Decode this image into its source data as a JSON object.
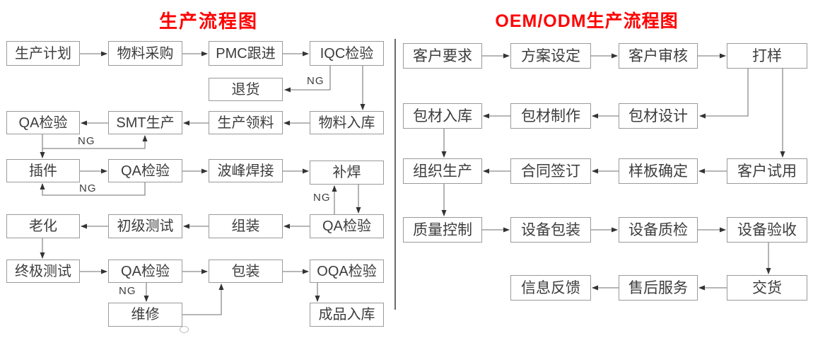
{
  "colors": {
    "title": "#ff0000",
    "box_border": "#9a9a9a",
    "box_text": "#3d3d3d",
    "line": "#8c8c8c",
    "arrowhead": "#333333",
    "divider": "#6a6a6a"
  },
  "charts": [
    {
      "id": "production",
      "title": "生产流程图",
      "nodes": [
        {
          "id": "L1",
          "label": "生产计划"
        },
        {
          "id": "L2",
          "label": "物料采购"
        },
        {
          "id": "L3",
          "label": "PMC跟进"
        },
        {
          "id": "L4",
          "label": "IQC检验"
        },
        {
          "id": "L5",
          "label": "退货"
        },
        {
          "id": "L6",
          "label": "QA检验"
        },
        {
          "id": "L7",
          "label": "SMT生产"
        },
        {
          "id": "L8",
          "label": "生产领料"
        },
        {
          "id": "L9",
          "label": "物料入库"
        },
        {
          "id": "L10",
          "label": "插件"
        },
        {
          "id": "L11",
          "label": "QA检验"
        },
        {
          "id": "L12",
          "label": "波峰焊接"
        },
        {
          "id": "L13",
          "label": "补焊"
        },
        {
          "id": "L14",
          "label": "老化"
        },
        {
          "id": "L15",
          "label": "初级测试"
        },
        {
          "id": "L16",
          "label": "组装"
        },
        {
          "id": "L17",
          "label": "QA检验"
        },
        {
          "id": "L18",
          "label": "终极测试"
        },
        {
          "id": "L19",
          "label": "QA检验"
        },
        {
          "id": "L20",
          "label": "包装"
        },
        {
          "id": "L21",
          "label": "OQA检验"
        },
        {
          "id": "L22",
          "label": "维修"
        },
        {
          "id": "L23",
          "label": "成品入库"
        }
      ],
      "edges": [
        {
          "from": "L1",
          "to": "L2"
        },
        {
          "from": "L2",
          "to": "L3"
        },
        {
          "from": "L3",
          "to": "L4"
        },
        {
          "from": "L4",
          "to": "L5",
          "label": "NG"
        },
        {
          "from": "L4",
          "to": "L9"
        },
        {
          "from": "L9",
          "to": "L8"
        },
        {
          "from": "L8",
          "to": "L7"
        },
        {
          "from": "L7",
          "to": "L6"
        },
        {
          "from": "L6",
          "to": "L10"
        },
        {
          "from": "L6",
          "to": "L7",
          "label": "NG"
        },
        {
          "from": "L10",
          "to": "L11"
        },
        {
          "from": "L11",
          "to": "L12"
        },
        {
          "from": "L12",
          "to": "L13"
        },
        {
          "from": "L11",
          "to": "L10",
          "label": "NG"
        },
        {
          "from": "L13",
          "to": "L17"
        },
        {
          "from": "L17",
          "to": "L13",
          "label": "NG"
        },
        {
          "from": "L17",
          "to": "L16"
        },
        {
          "from": "L16",
          "to": "L15"
        },
        {
          "from": "L15",
          "to": "L14"
        },
        {
          "from": "L14",
          "to": "L18"
        },
        {
          "from": "L18",
          "to": "L19"
        },
        {
          "from": "L19",
          "to": "L20"
        },
        {
          "from": "L20",
          "to": "L21"
        },
        {
          "from": "L19",
          "to": "L22",
          "label": "NG"
        },
        {
          "from": "L22",
          "to": "L20"
        },
        {
          "from": "L21",
          "to": "L23"
        }
      ]
    },
    {
      "id": "oem-odm",
      "title": "OEM/ODM生产流程图",
      "nodes": [
        {
          "id": "R1",
          "label": "客户要求"
        },
        {
          "id": "R2",
          "label": "方案设定"
        },
        {
          "id": "R3",
          "label": "客户审核"
        },
        {
          "id": "R4",
          "label": "打样"
        },
        {
          "id": "R5",
          "label": "包材入库"
        },
        {
          "id": "R6",
          "label": "包材制作"
        },
        {
          "id": "R7",
          "label": "包材设计"
        },
        {
          "id": "R8",
          "label": "组织生产"
        },
        {
          "id": "R9",
          "label": "合同签订"
        },
        {
          "id": "R10",
          "label": "样板确定"
        },
        {
          "id": "R11",
          "label": "客户试用"
        },
        {
          "id": "R12",
          "label": "质量控制"
        },
        {
          "id": "R13",
          "label": "设备包装"
        },
        {
          "id": "R14",
          "label": "设备质检"
        },
        {
          "id": "R15",
          "label": "设备验收"
        },
        {
          "id": "R16",
          "label": "信息反馈"
        },
        {
          "id": "R17",
          "label": "售后服务"
        },
        {
          "id": "R18",
          "label": "交货"
        }
      ],
      "edges": [
        {
          "from": "R1",
          "to": "R2"
        },
        {
          "from": "R2",
          "to": "R3"
        },
        {
          "from": "R3",
          "to": "R4"
        },
        {
          "from": "R4",
          "to": "R7"
        },
        {
          "from": "R4",
          "to": "R11"
        },
        {
          "from": "R7",
          "to": "R6"
        },
        {
          "from": "R6",
          "to": "R5"
        },
        {
          "from": "R5",
          "to": "R8"
        },
        {
          "from": "R11",
          "to": "R10"
        },
        {
          "from": "R10",
          "to": "R9"
        },
        {
          "from": "R9",
          "to": "R8"
        },
        {
          "from": "R8",
          "to": "R12"
        },
        {
          "from": "R12",
          "to": "R13"
        },
        {
          "from": "R13",
          "to": "R14"
        },
        {
          "from": "R14",
          "to": "R15"
        },
        {
          "from": "R15",
          "to": "R18"
        },
        {
          "from": "R18",
          "to": "R17"
        },
        {
          "from": "R17",
          "to": "R16"
        }
      ]
    }
  ]
}
